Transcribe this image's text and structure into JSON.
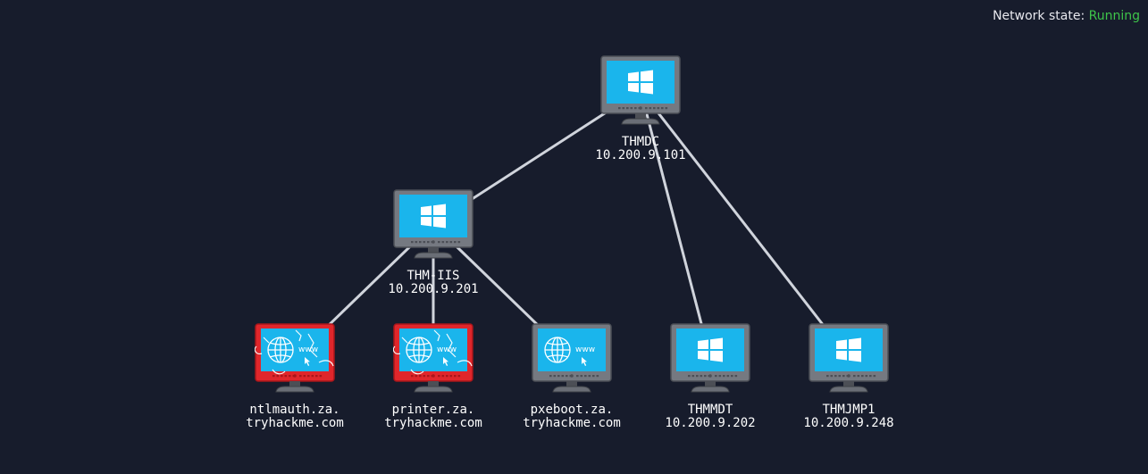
{
  "status": {
    "label": "Network state:",
    "value": "Running",
    "value_color": "#3ec44a"
  },
  "nodes": [
    {
      "id": "thmdc",
      "line1": "THMDC",
      "line2": "10.200.9.101",
      "kind": "windows",
      "compromised": false
    },
    {
      "id": "thm-iis",
      "line1": "THM-IIS",
      "line2": "10.200.9.201",
      "kind": "windows",
      "compromised": false
    },
    {
      "id": "ntlmauth",
      "line1": "ntlmauth.za.",
      "line2": "tryhackme.com",
      "kind": "web",
      "compromised": true
    },
    {
      "id": "printer",
      "line1": "printer.za.",
      "line2": "tryhackme.com",
      "kind": "web",
      "compromised": true
    },
    {
      "id": "pxeboot",
      "line1": "pxeboot.za.",
      "line2": "tryhackme.com",
      "kind": "web",
      "compromised": false
    },
    {
      "id": "thmmdt",
      "line1": "THMMDT",
      "line2": "10.200.9.202",
      "kind": "windows",
      "compromised": false
    },
    {
      "id": "thmjmp1",
      "line1": "THMJMP1",
      "line2": "10.200.9.248",
      "kind": "windows",
      "compromised": false
    }
  ],
  "edges": [
    [
      "thmdc",
      "thm-iis"
    ],
    [
      "thmdc",
      "thmmdt"
    ],
    [
      "thmdc",
      "thmjmp1"
    ],
    [
      "thm-iis",
      "ntlmauth"
    ],
    [
      "thm-iis",
      "printer"
    ],
    [
      "thm-iis",
      "pxeboot"
    ]
  ],
  "colors": {
    "background": "#171c2c",
    "link": "#d0d4dc",
    "screen": "#1ab5ec",
    "bezel_normal": "#757981",
    "bezel_compromised": "#e0262b",
    "label": "#ffffff"
  },
  "icons": {
    "windows": "windows-logo-icon",
    "web": "www-globe-icon"
  }
}
